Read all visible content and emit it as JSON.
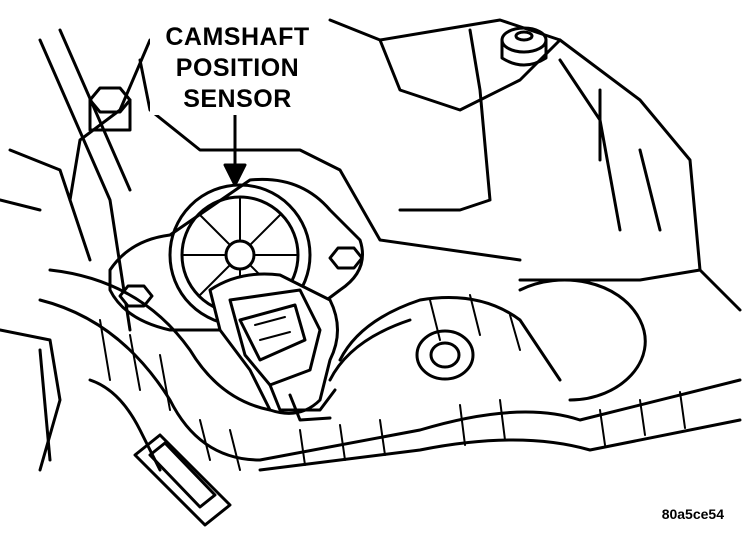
{
  "callout": {
    "line1": "CAMSHAFT",
    "line2": "POSITION",
    "line3": "SENSOR"
  },
  "figure_id": "80a5ce54",
  "colors": {
    "ink": "#000000",
    "paper": "#ffffff"
  }
}
